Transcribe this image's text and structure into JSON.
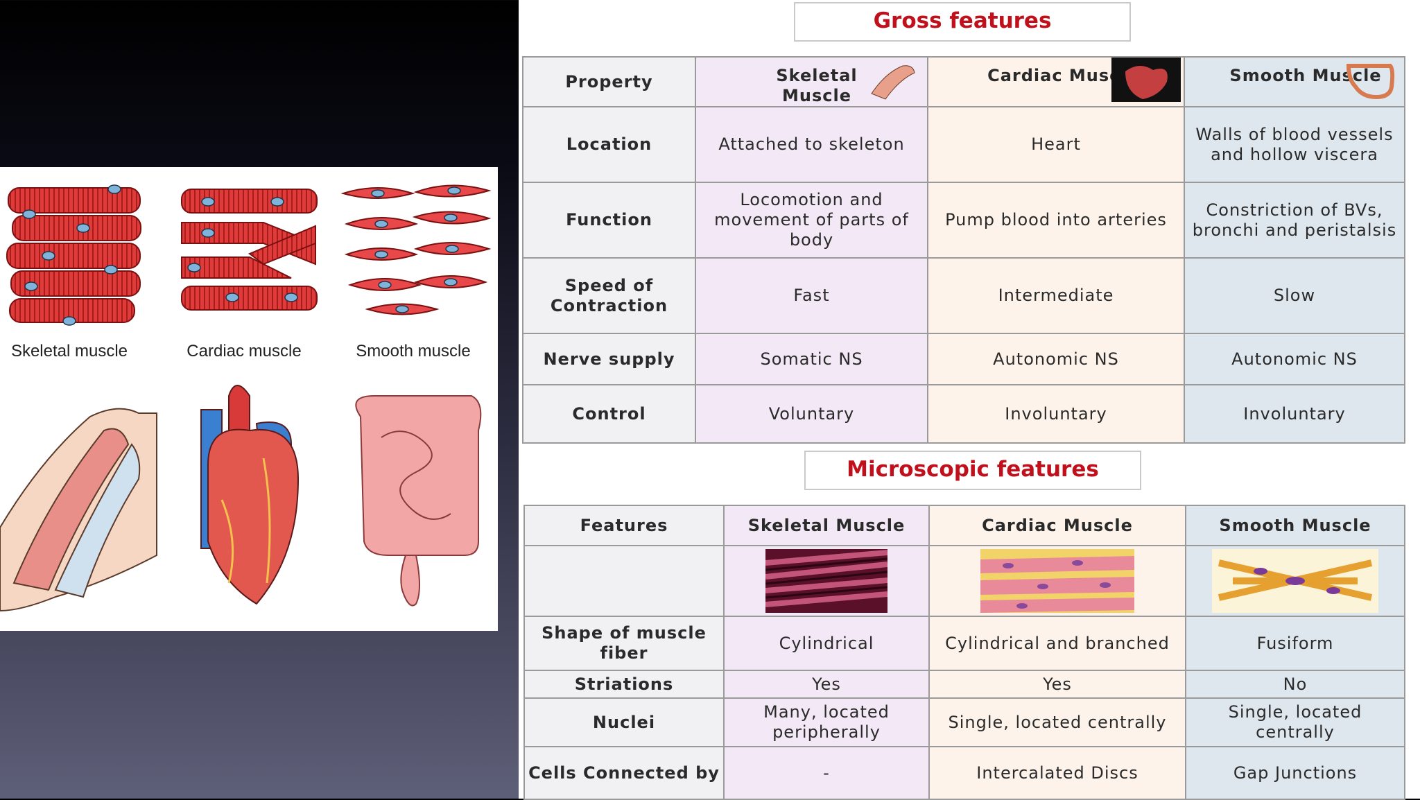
{
  "left_illustration": {
    "labels": [
      "Skeletal muscle",
      "Cardiac muscle",
      "Smooth muscle"
    ]
  },
  "gross": {
    "title": "Gross features",
    "headers": [
      "Property",
      "Skeletal Muscle",
      "Cardiac Muscle",
      "Smooth Muscle"
    ],
    "rows": [
      {
        "label": "Location",
        "cells": [
          "Attached to skeleton",
          "Heart",
          "Walls of blood vessels and hollow viscera"
        ]
      },
      {
        "label": "Function",
        "cells": [
          "Locomotion and movement of parts of body",
          "Pump blood into arteries",
          "Constriction of BVs, bronchi and peristalsis"
        ]
      },
      {
        "label": "Speed of Contraction",
        "cells": [
          "Fast",
          "Intermediate",
          "Slow"
        ]
      },
      {
        "label": "Nerve supply",
        "cells": [
          "Somatic NS",
          "Autonomic NS",
          "Autonomic NS"
        ]
      },
      {
        "label": "Control",
        "cells": [
          "Voluntary",
          "Involuntary",
          "Involuntary"
        ]
      }
    ]
  },
  "micro": {
    "title": "Microscopic features",
    "headers": [
      "Features",
      "Skeletal Muscle",
      "Cardiac Muscle",
      "Smooth Muscle"
    ],
    "rows": [
      {
        "label": "Shape of muscle fiber",
        "cells": [
          "Cylindrical",
          "Cylindrical and branched",
          "Fusiform"
        ]
      },
      {
        "label": "Striations",
        "cells": [
          "Yes",
          "Yes",
          "No"
        ]
      },
      {
        "label": "Nuclei",
        "cells": [
          "Many, located peripherally",
          "Single, located centrally",
          "Single, located centrally"
        ]
      },
      {
        "label": "Cells Connected by",
        "cells": [
          "-",
          "Intercalated Discs",
          "Gap Junctions"
        ]
      }
    ]
  }
}
